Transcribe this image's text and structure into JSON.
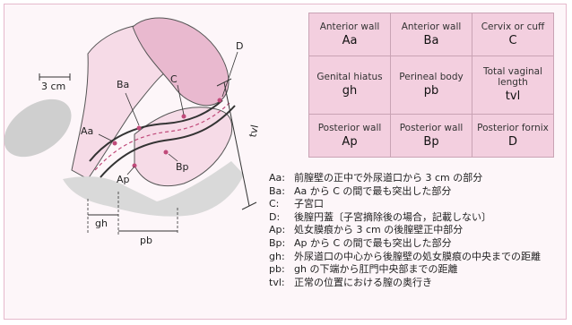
{
  "diagram": {
    "scale_label": "3 cm",
    "labels": {
      "aa": "Aa",
      "ba": "Ba",
      "c": "C",
      "d": "D",
      "ap": "Ap",
      "bp": "Bp",
      "gh": "gh",
      "pb": "pb",
      "tvl": "tvl"
    }
  },
  "pop_table": {
    "cells": [
      [
        {
          "desc": "Anterior wall",
          "code": "Aa"
        },
        {
          "desc": "Anterior wall",
          "code": "Ba"
        },
        {
          "desc": "Cervix or cuff",
          "code": "C"
        }
      ],
      [
        {
          "desc": "Genital hiatus",
          "code": "gh"
        },
        {
          "desc": "Perineal body",
          "code": "pb"
        },
        {
          "desc": "Total vaginal length",
          "code": "tvl"
        }
      ],
      [
        {
          "desc": "Posterior wall",
          "code": "Ap"
        },
        {
          "desc": "Posterior wall",
          "code": "Bp"
        },
        {
          "desc": "Posterior fornix",
          "code": "D"
        }
      ]
    ]
  },
  "legend": [
    {
      "key": "Aa:",
      "text": "前膣壁の正中で外尿道口から 3 cm の部分"
    },
    {
      "key": "Ba:",
      "text": "Aa から C の間で最も突出した部分"
    },
    {
      "key": "C:",
      "text": "子宮口"
    },
    {
      "key": "D:",
      "text": "後膣円蓋〔子宮摘除後の場合，記載しない〕"
    },
    {
      "key": "Ap:",
      "text": "処女膜痕から 3 cm の後膣壁正中部分"
    },
    {
      "key": "Bp:",
      "text": "Ap から C の間で最も突出した部分"
    },
    {
      "key": "gh:",
      "text": "外尿道口の中心から後膣壁の処女膜痕の中央までの距離"
    },
    {
      "key": "pb:",
      "text": "gh の下端から肛門中央部までの距離"
    },
    {
      "key": "tvl:",
      "text": "正常の位置における膣の奥行き"
    }
  ]
}
